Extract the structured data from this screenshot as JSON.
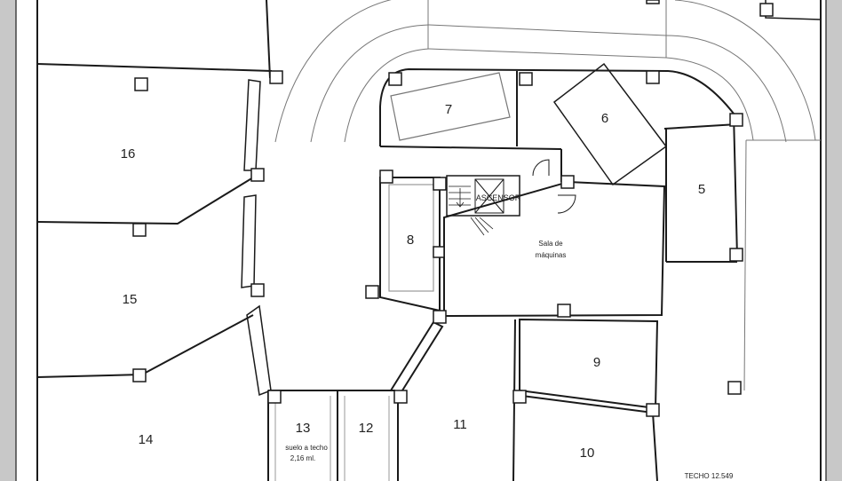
{
  "rooms": [
    {
      "id": "7",
      "label": "7"
    },
    {
      "id": "6",
      "label": "6"
    },
    {
      "id": "5",
      "label": "5"
    },
    {
      "id": "16",
      "label": "16"
    },
    {
      "id": "15",
      "label": "15"
    },
    {
      "id": "14",
      "label": "14"
    },
    {
      "id": "8",
      "label": "8"
    },
    {
      "id": "9",
      "label": "9"
    },
    {
      "id": "10",
      "label": "10"
    },
    {
      "id": "11",
      "label": "11"
    },
    {
      "id": "12",
      "label": "12"
    },
    {
      "id": "13",
      "label": "13"
    }
  ],
  "annotations": {
    "elevator": "ASCENSOR",
    "machine_room_line1": "Sala de",
    "machine_room_line2": "máquinas",
    "room13_note_line1": "suelo a techo",
    "room13_note_line2": "2,16 ml.",
    "ceiling_note": "TECHO 12.549"
  },
  "colors": {
    "wall": "#1a1a1a",
    "thin_line": "#888888",
    "frame": "#c8c8c8",
    "text": "#222222"
  }
}
